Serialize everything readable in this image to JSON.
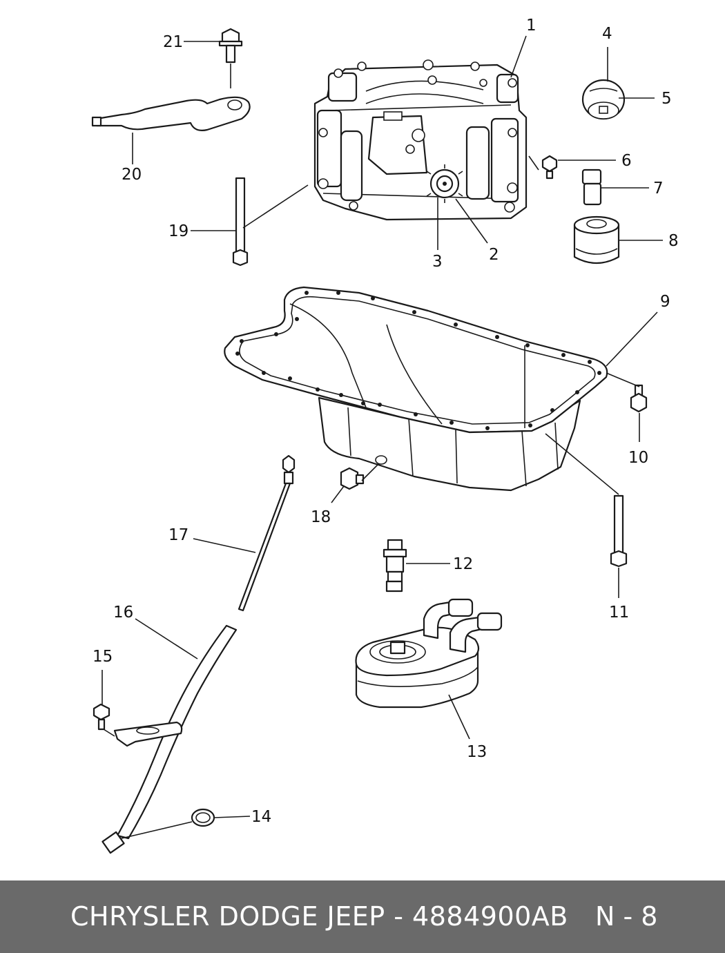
{
  "callouts": [
    {
      "id": "c1",
      "label": "1"
    },
    {
      "id": "c2",
      "label": "2"
    },
    {
      "id": "c3",
      "label": "3"
    },
    {
      "id": "c4",
      "label": "4"
    },
    {
      "id": "c5",
      "label": "5"
    },
    {
      "id": "c6",
      "label": "6"
    },
    {
      "id": "c7",
      "label": "7"
    },
    {
      "id": "c8",
      "label": "8"
    },
    {
      "id": "c9",
      "label": "9"
    },
    {
      "id": "c10",
      "label": "10"
    },
    {
      "id": "c11",
      "label": "11"
    },
    {
      "id": "c12",
      "label": "12"
    },
    {
      "id": "c13",
      "label": "13"
    },
    {
      "id": "c14",
      "label": "14"
    },
    {
      "id": "c15",
      "label": "15"
    },
    {
      "id": "c16",
      "label": "16"
    },
    {
      "id": "c17",
      "label": "17"
    },
    {
      "id": "c18",
      "label": "18"
    },
    {
      "id": "c19",
      "label": "19"
    },
    {
      "id": "c20",
      "label": "20"
    },
    {
      "id": "c21",
      "label": "21"
    }
  ],
  "footer": {
    "title": "CHRYSLER DODGE JEEP - 4884900AB",
    "page": "N - 8",
    "background": "#6a6a6a"
  }
}
